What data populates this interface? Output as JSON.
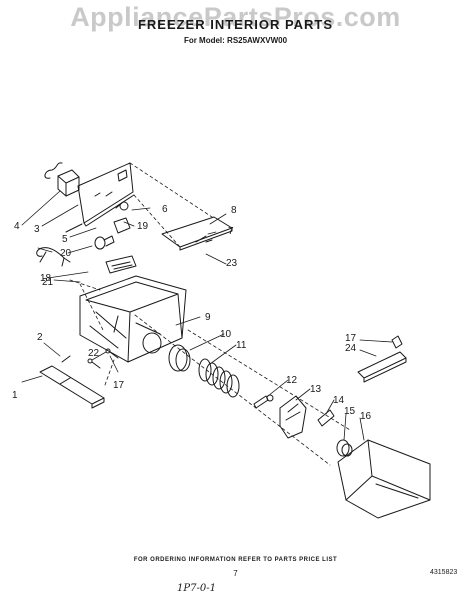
{
  "watermark": "AppliancePartsPros.com",
  "title": "FREEZER INTERIOR PARTS",
  "model_line": "For Model: RS25AWXVW00",
  "order_note": "FOR ORDERING INFORMATION REFER TO PARTS PRICE LIST",
  "page_number": "7",
  "doc_number": "4315823",
  "handwritten_note": "1P7-0-1",
  "callouts": [
    {
      "id": "1",
      "text": "1"
    },
    {
      "id": "2",
      "text": "2"
    },
    {
      "id": "3",
      "text": "3"
    },
    {
      "id": "4",
      "text": "4"
    },
    {
      "id": "5",
      "text": "5"
    },
    {
      "id": "6",
      "text": "6"
    },
    {
      "id": "7",
      "text": "7"
    },
    {
      "id": "8",
      "text": "8"
    },
    {
      "id": "9",
      "text": "9"
    },
    {
      "id": "10",
      "text": "10"
    },
    {
      "id": "11",
      "text": "11"
    },
    {
      "id": "12",
      "text": "12"
    },
    {
      "id": "13",
      "text": "13"
    },
    {
      "id": "14",
      "text": "14"
    },
    {
      "id": "15",
      "text": "15"
    },
    {
      "id": "16",
      "text": "16"
    },
    {
      "id": "17a",
      "text": "17"
    },
    {
      "id": "17b",
      "text": "17"
    },
    {
      "id": "18",
      "text": "18"
    },
    {
      "id": "19",
      "text": "19"
    },
    {
      "id": "20",
      "text": "20"
    },
    {
      "id": "21",
      "text": "21"
    },
    {
      "id": "22",
      "text": "22"
    },
    {
      "id": "23",
      "text": "23"
    },
    {
      "id": "24",
      "text": "24"
    }
  ]
}
